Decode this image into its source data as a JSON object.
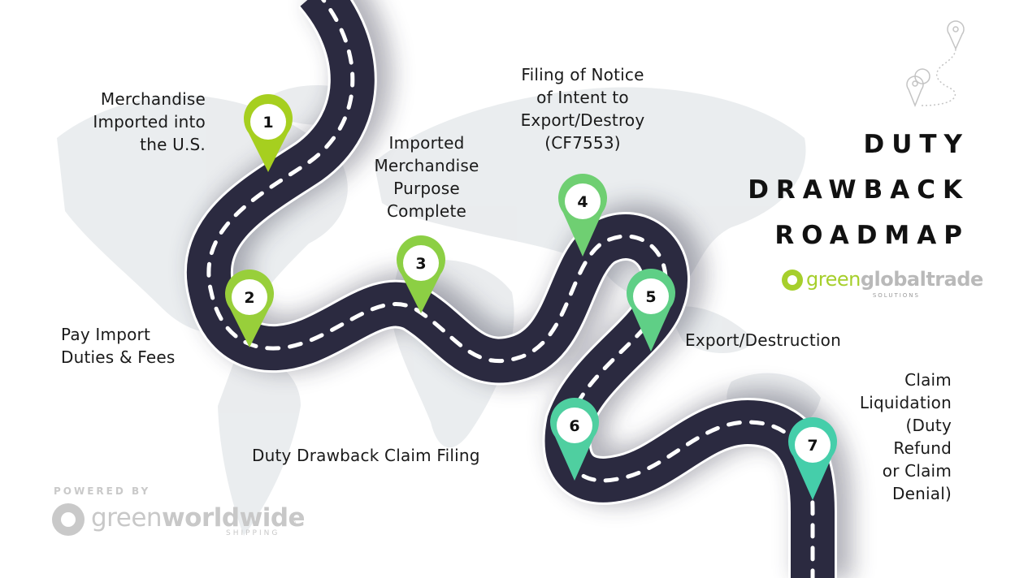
{
  "title": {
    "line1": "DUTY",
    "line2": "DRAWBACK",
    "line3": "ROADMAP"
  },
  "branding": {
    "ggt_word_green": "green",
    "ggt_word_gray": "globaltrade",
    "ggt_sub": "SOLUTIONS",
    "powered_by": "POWERED BY",
    "gww_word_light": "green",
    "gww_word_bold": "worldwide",
    "gww_sub": "SHIPPING",
    "gww_reg": "®"
  },
  "colors": {
    "road": "#2b2a40",
    "road_edge": "#ffffff",
    "map": "#e9ecee",
    "pin1": "#a6cf1f",
    "pin2": "#98cf3a",
    "pin3": "#8ccf44",
    "pin4": "#6fcf72",
    "pin5": "#5fcf86",
    "pin6": "#4fcfa0",
    "pin7": "#45ceaa"
  },
  "steps": [
    {
      "number": "1",
      "label": "Merchandise\nImported into\nthe U.S."
    },
    {
      "number": "2",
      "label": "Pay Import\nDuties & Fees"
    },
    {
      "number": "3",
      "label": "Imported\nMerchandise\nPurpose\nComplete"
    },
    {
      "number": "4",
      "label": "Filing of Notice\nof Intent to\nExport/Destroy\n(CF7553)"
    },
    {
      "number": "5",
      "label": "Export/Destruction"
    },
    {
      "number": "6",
      "label": "Duty Drawback Claim Filing"
    },
    {
      "number": "7",
      "label": "Claim\nLiquidation\n(Duty\nRefund\nor Claim\nDenial)"
    }
  ]
}
